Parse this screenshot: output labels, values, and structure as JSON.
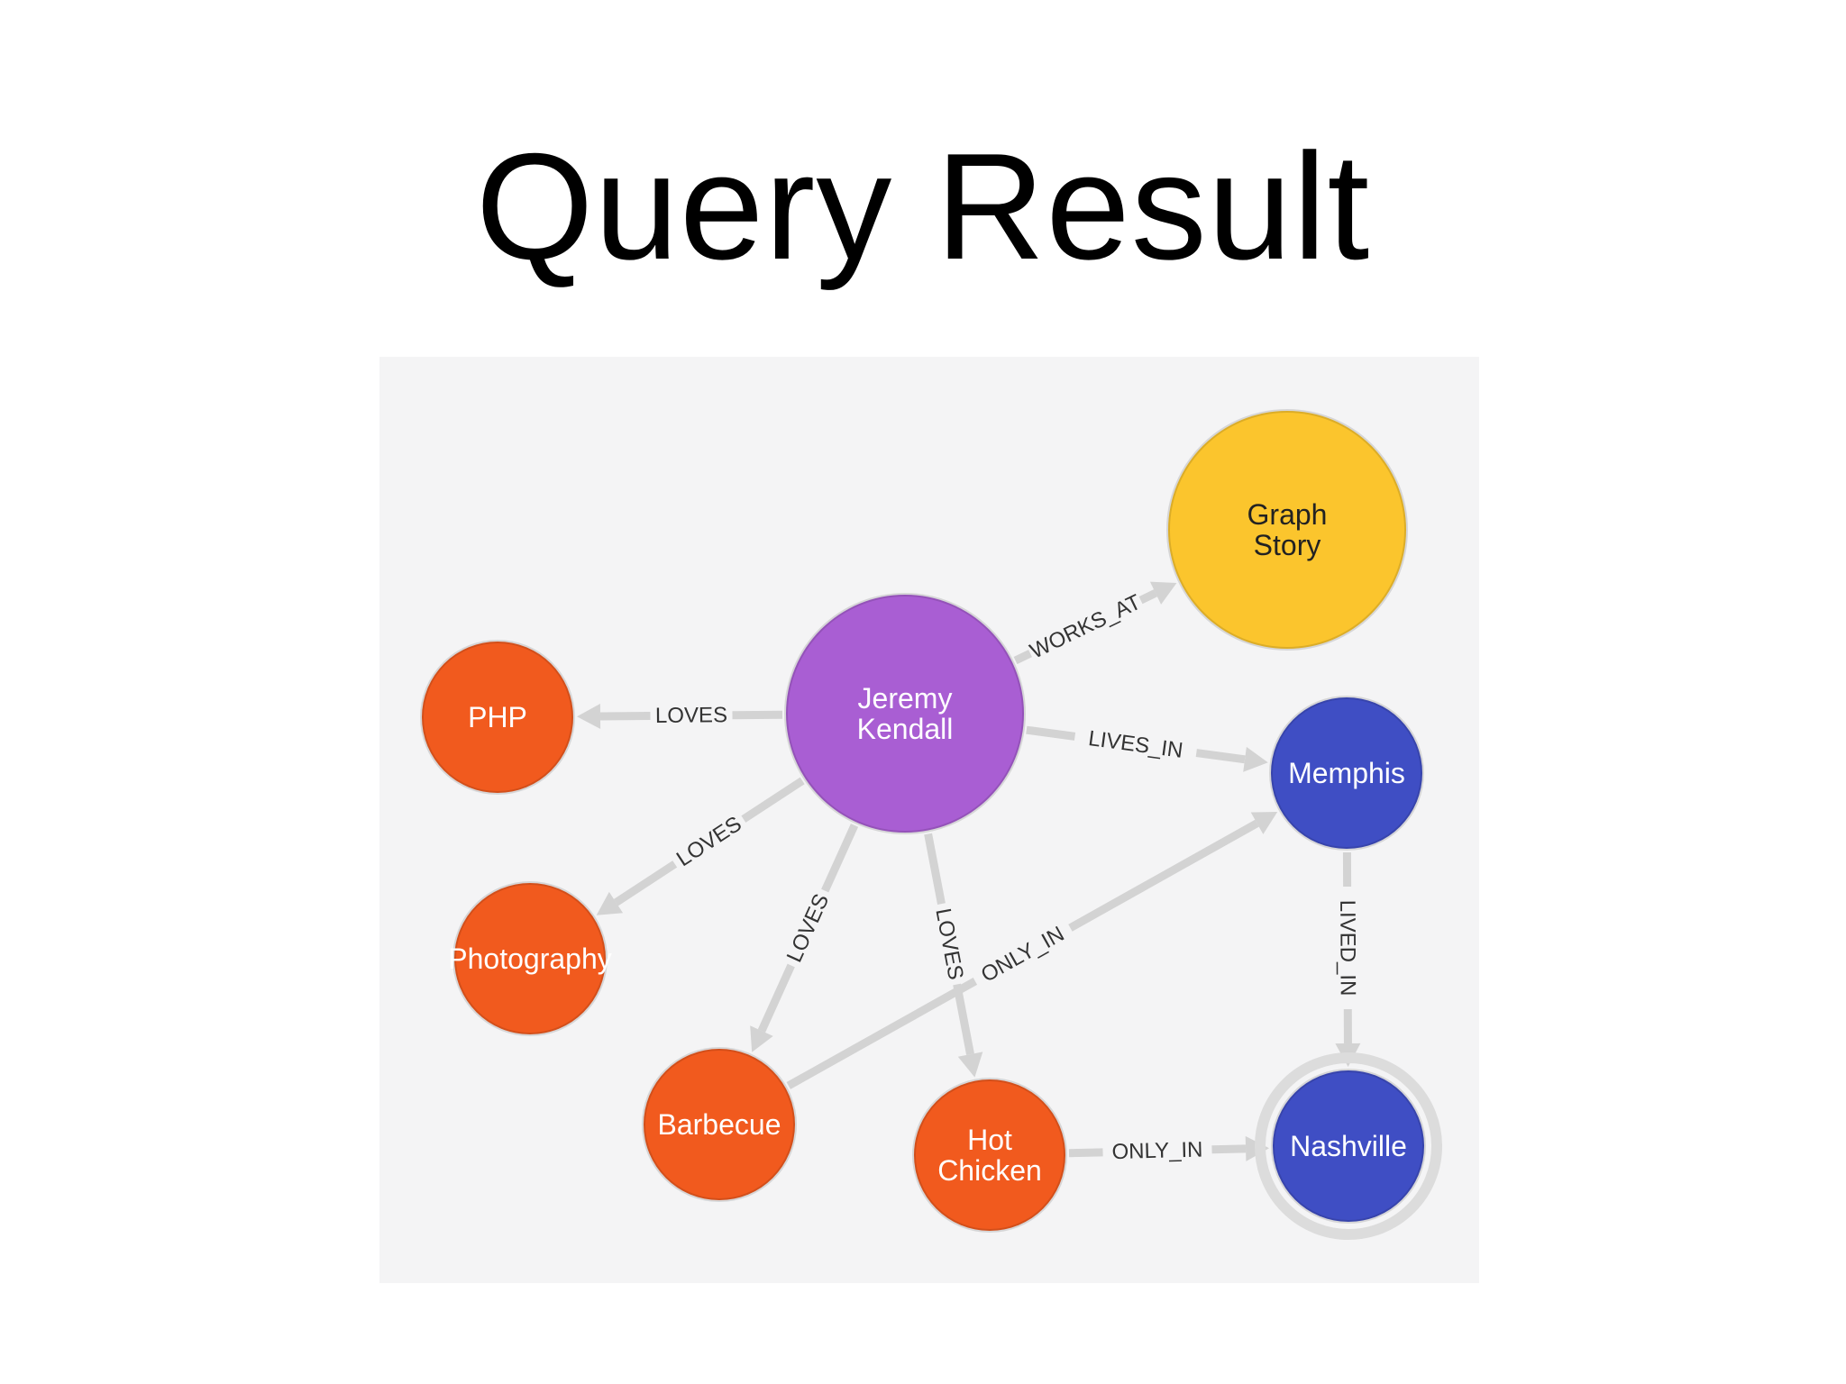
{
  "slide": {
    "title": "Query Result"
  },
  "graph": {
    "nodes": [
      {
        "id": "jeremy",
        "lines": [
          "Jeremy",
          "Kendall"
        ],
        "color": "#a95ed3",
        "text_color": "#ffffff"
      },
      {
        "id": "graphstory",
        "lines": [
          "Graph",
          "Story"
        ],
        "color": "#fbc52d",
        "text_color": "#222222"
      },
      {
        "id": "php",
        "lines": [
          "PHP"
        ],
        "color": "#f15a1e",
        "text_color": "#ffffff"
      },
      {
        "id": "photography",
        "lines": [
          "Photography"
        ],
        "color": "#f15a1e",
        "text_color": "#ffffff"
      },
      {
        "id": "barbecue",
        "lines": [
          "Barbecue"
        ],
        "color": "#f15a1e",
        "text_color": "#ffffff"
      },
      {
        "id": "hotchicken",
        "lines": [
          "Hot",
          "Chicken"
        ],
        "color": "#f15a1e",
        "text_color": "#ffffff"
      },
      {
        "id": "memphis",
        "lines": [
          "Memphis"
        ],
        "color": "#3f4ec4",
        "text_color": "#ffffff"
      },
      {
        "id": "nashville",
        "lines": [
          "Nashville"
        ],
        "color": "#3f4ec4",
        "text_color": "#ffffff"
      }
    ],
    "relationships": [
      {
        "id": "r1",
        "from": "jeremy",
        "to": "graphstory",
        "label": "WORKS_AT"
      },
      {
        "id": "r2",
        "from": "jeremy",
        "to": "php",
        "label": "LOVES"
      },
      {
        "id": "r3",
        "from": "jeremy",
        "to": "memphis",
        "label": "LIVES_IN"
      },
      {
        "id": "r4",
        "from": "jeremy",
        "to": "photography",
        "label": "LOVES"
      },
      {
        "id": "r5",
        "from": "jeremy",
        "to": "barbecue",
        "label": "LOVES"
      },
      {
        "id": "r6",
        "from": "jeremy",
        "to": "hotchicken",
        "label": "LOVES"
      },
      {
        "id": "r7",
        "from": "barbecue",
        "to": "memphis",
        "label": "ONLY_IN"
      },
      {
        "id": "r8",
        "from": "memphis",
        "to": "nashville",
        "label": "LIVED_IN"
      },
      {
        "id": "r9",
        "from": "hotchicken",
        "to": "nashville",
        "label": "ONLY_IN"
      }
    ],
    "colors": {
      "background": "#f4f4f5",
      "relationship": "#d3d3d3",
      "relationship_text": "#333333",
      "selected_ring": "#dcdcdc"
    },
    "selected_node": "nashville"
  }
}
